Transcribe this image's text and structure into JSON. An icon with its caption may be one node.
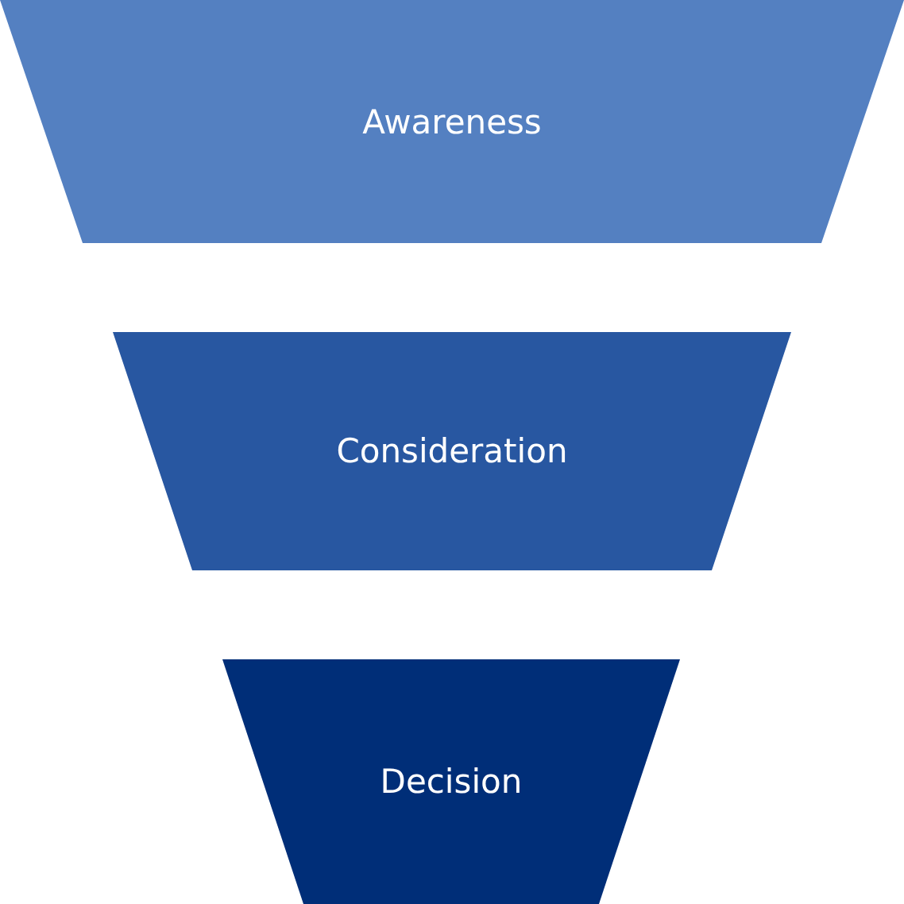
{
  "diagram": {
    "nodes": [
      {
        "text": [
          "Awareness"
        ]
      },
      {
        "text": [
          "Consideration"
        ]
      },
      {
        "text": [
          "Decision"
        ]
      }
    ]
  }
}
